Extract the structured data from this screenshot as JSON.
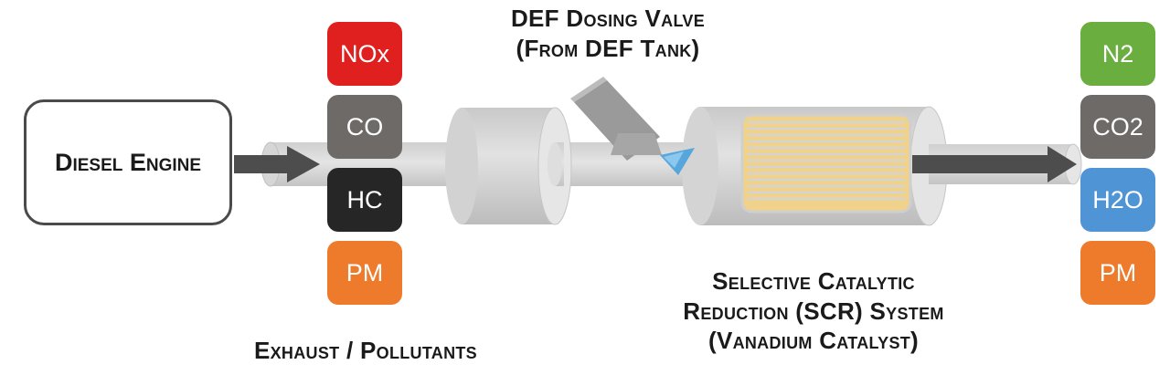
{
  "engine": {
    "label": "Diesel Engine"
  },
  "def_valve": {
    "line1": "DEF Dosing Valve",
    "line2": "(From DEF Tank)"
  },
  "exhaust_label": "Exhaust / Pollutants",
  "scr_label": {
    "line1": "Selective Catalytic",
    "line2": "Reduction (SCR) System",
    "line3": "(Vanadium Catalyst)"
  },
  "inputs": [
    {
      "label": "NOx",
      "color": "#e0201f"
    },
    {
      "label": "CO",
      "color": "#6e6a68"
    },
    {
      "label": "HC",
      "color": "#262626"
    },
    {
      "label": "PM",
      "color": "#ee7a2c"
    }
  ],
  "outputs": [
    {
      "label": "N2",
      "color": "#6aae3f"
    },
    {
      "label": "CO2",
      "color": "#6e6a68"
    },
    {
      "label": "H2O",
      "color": "#4f94d4"
    },
    {
      "label": "PM",
      "color": "#ee7a2c"
    }
  ],
  "colors": {
    "pipe": "#dcdcdc",
    "pipe_edge": "#b8b8b8",
    "arrow": "#4d4d4d",
    "catalyst_fill": "#f1d28a",
    "catalyst_lines": "#d4d4d4",
    "spray": "#4fa3dc"
  }
}
